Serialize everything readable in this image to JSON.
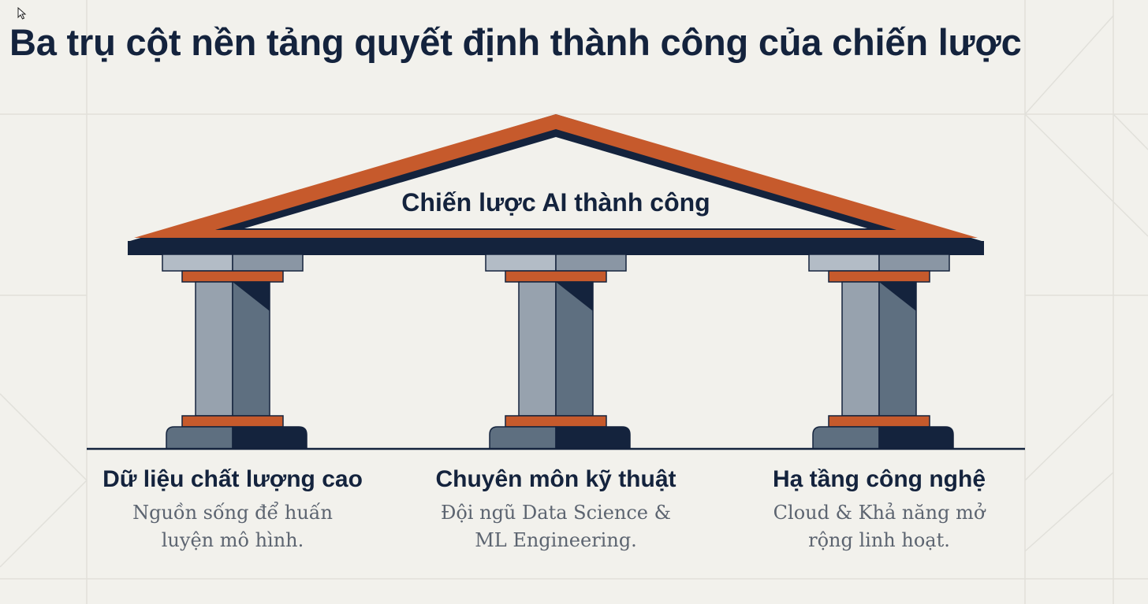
{
  "title": "Ba trụ cột nền tảng quyết định thành công của chiến lược",
  "roof_label": "Chiến lược AI thành công",
  "pillars": [
    {
      "heading": "Dữ liệu chất lượng cao",
      "desc_line1": "Nguồn sống để huấn",
      "desc_line2": "luyện mô hình."
    },
    {
      "heading": "Chuyên môn kỹ thuật",
      "desc_line1": "Đội ngũ Data Science &",
      "desc_line2": "ML Engineering."
    },
    {
      "heading": "Hạ tầng công nghệ",
      "desc_line1": "Cloud & Khả năng mở",
      "desc_line2": "rộng linh hoạt."
    }
  ],
  "colors": {
    "navy": "#14233d",
    "orange": "#c65a2c",
    "column_light": "#97a2ae",
    "column_dark": "#5e6f80",
    "background": "#f2f1ec"
  },
  "icons": [
    "cursor-arrow-icon"
  ]
}
